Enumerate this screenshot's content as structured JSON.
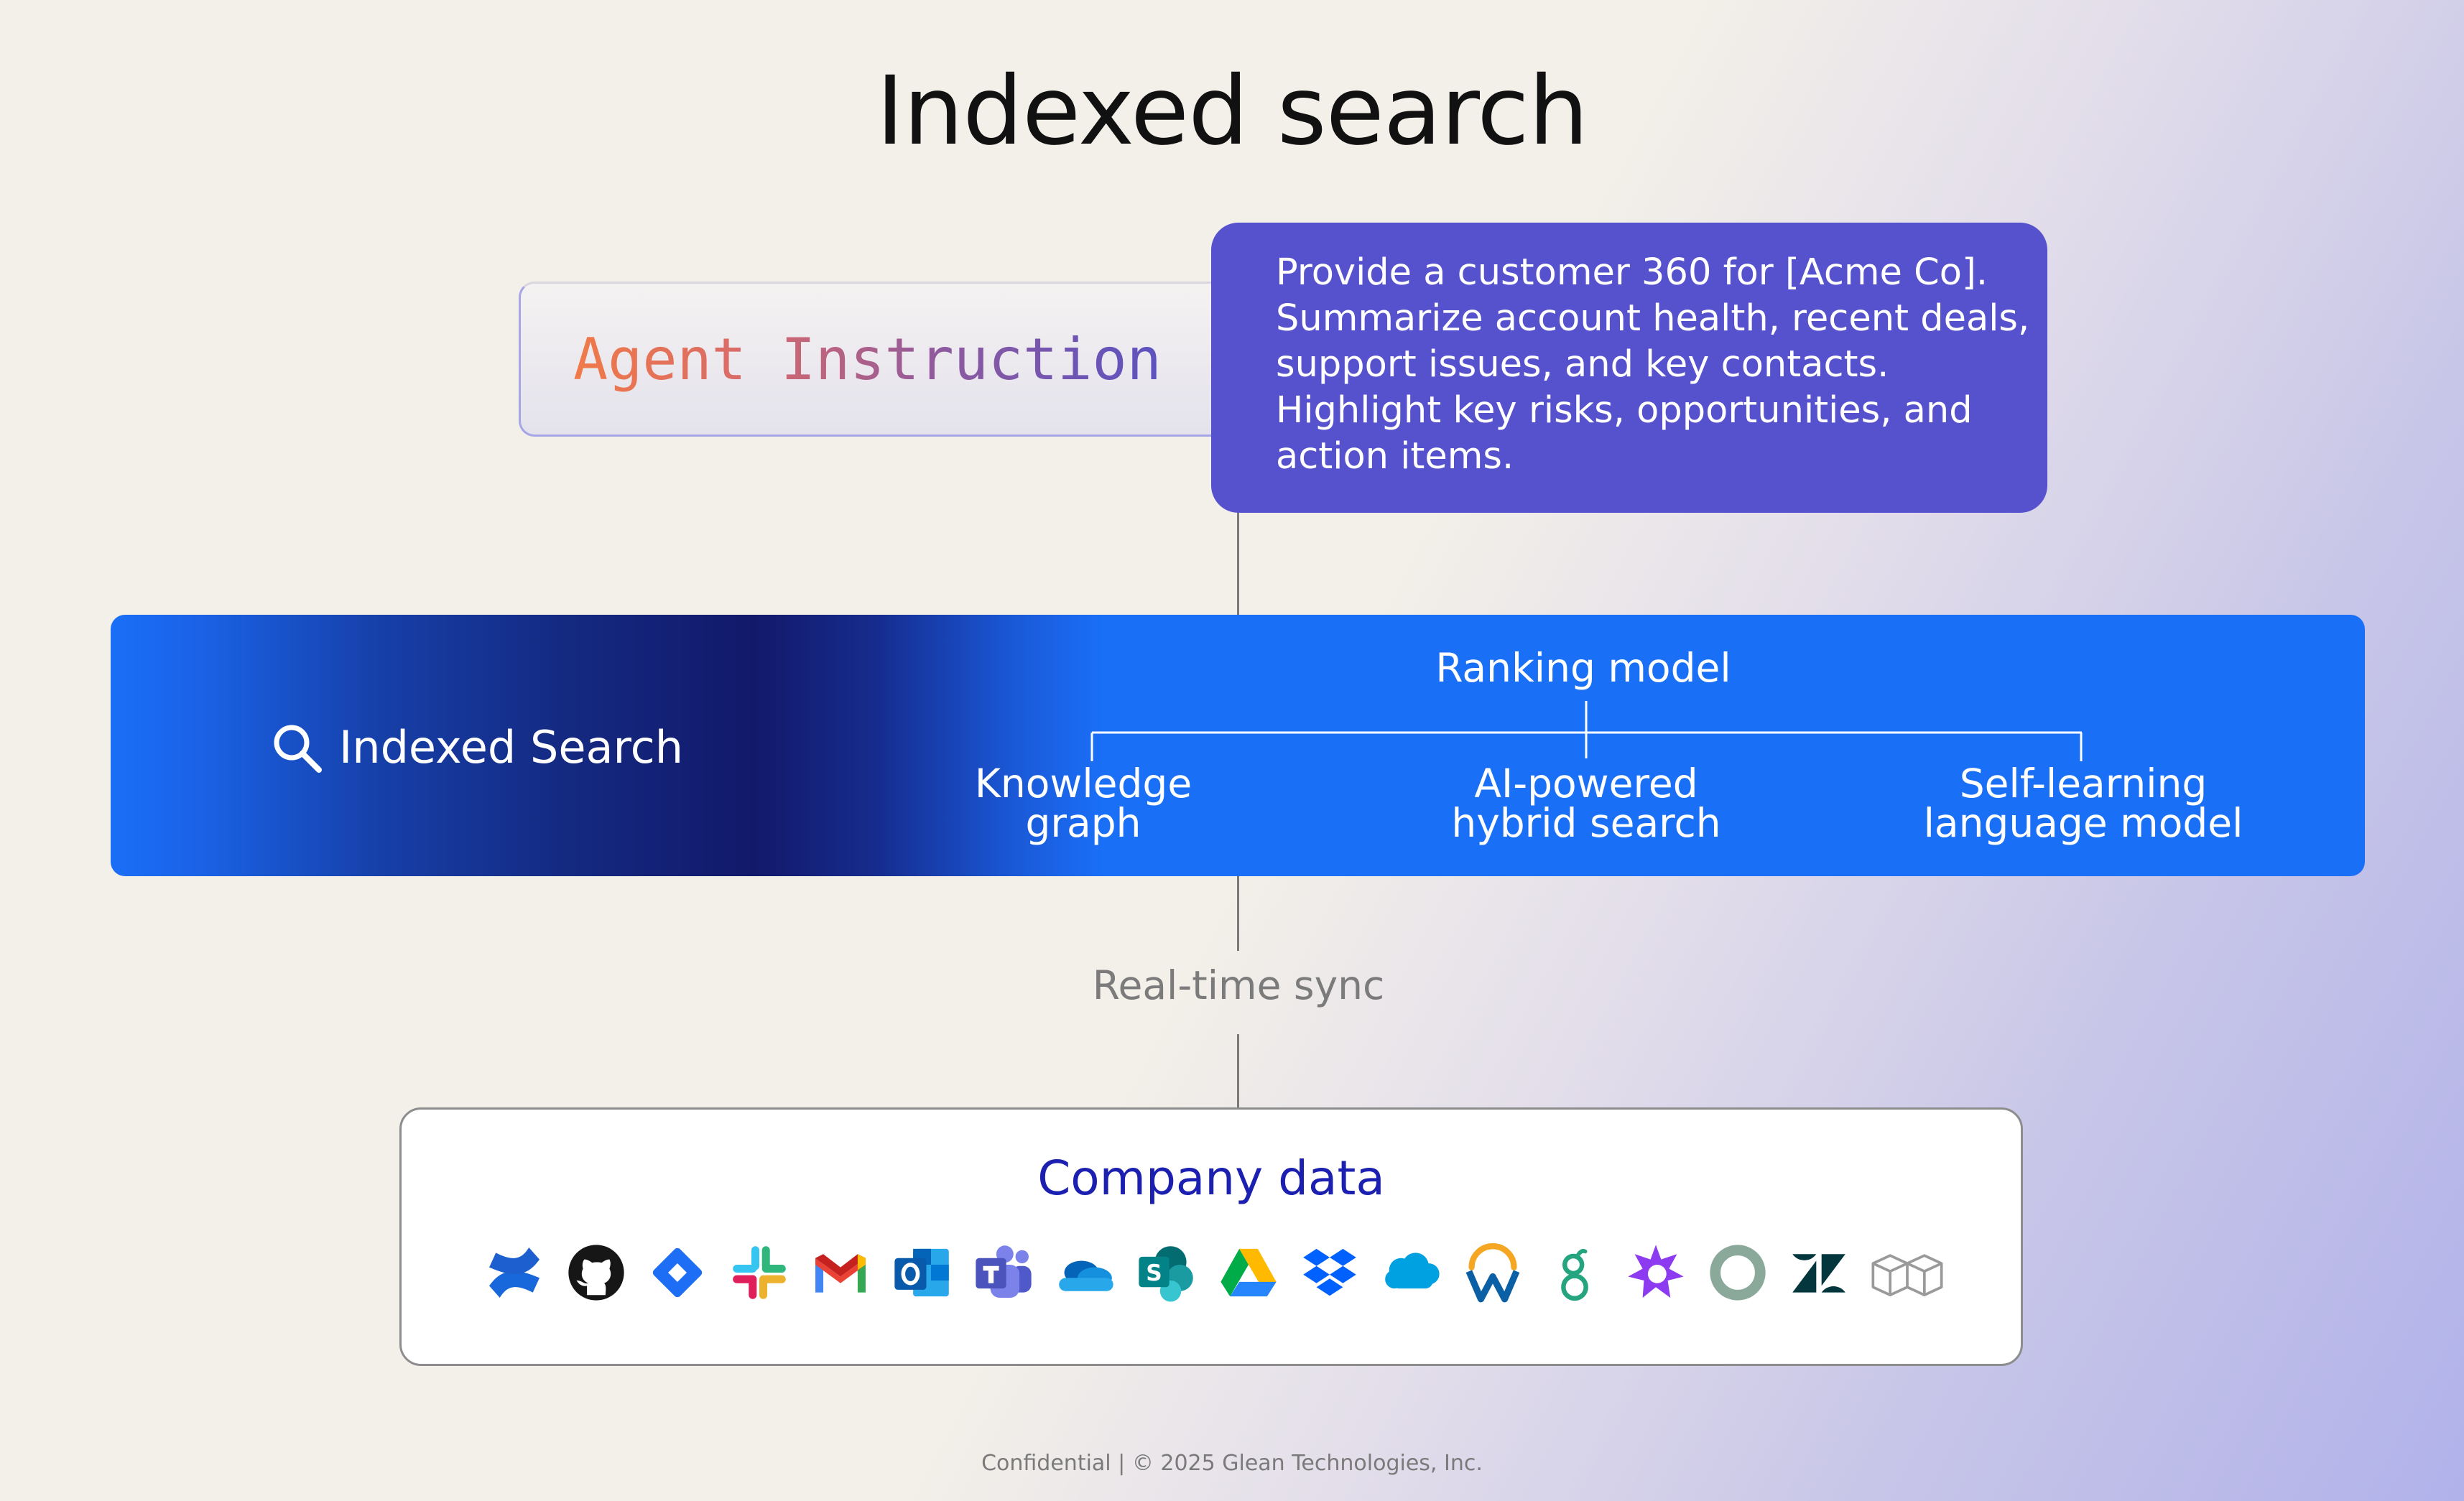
{
  "title": "Indexed search",
  "agent_instruction": {
    "label": "Agent Instruction",
    "prompt_lines": [
      "Provide a customer 360 for [Acme Co].",
      "Summarize account health, recent deals,",
      "support issues, and key contacts.",
      "Highlight key risks, opportunities, and",
      "action items."
    ]
  },
  "indexed_search": {
    "label": "Indexed Search",
    "ranking_model": "Ranking model",
    "components": [
      {
        "line1": "Knowledge",
        "line2": "graph"
      },
      {
        "line1": "AI-powered",
        "line2": "hybrid search"
      },
      {
        "line1": "Self-learning",
        "line2": "language model"
      }
    ]
  },
  "sync_label": "Real-time sync",
  "company_data": {
    "title": "Company data",
    "sources": [
      "confluence-icon",
      "github-icon",
      "jira-icon",
      "slack-icon",
      "gmail-icon",
      "outlook-icon",
      "teams-icon",
      "onedrive-icon",
      "sharepoint-icon",
      "google-drive-icon",
      "dropbox-icon",
      "salesforce-icon",
      "workday-icon",
      "greenhouse-icon",
      "gong-icon",
      "okta-icon",
      "zendesk-icon",
      "more-apps-icon"
    ]
  },
  "footer": "Confidential | © 2025 Glean Technologies, Inc.",
  "colors": {
    "prompt_card": "#5651cd",
    "band_blue": "#1a6ff7",
    "band_dark": "#12196a",
    "company_title": "#1b20b0"
  }
}
